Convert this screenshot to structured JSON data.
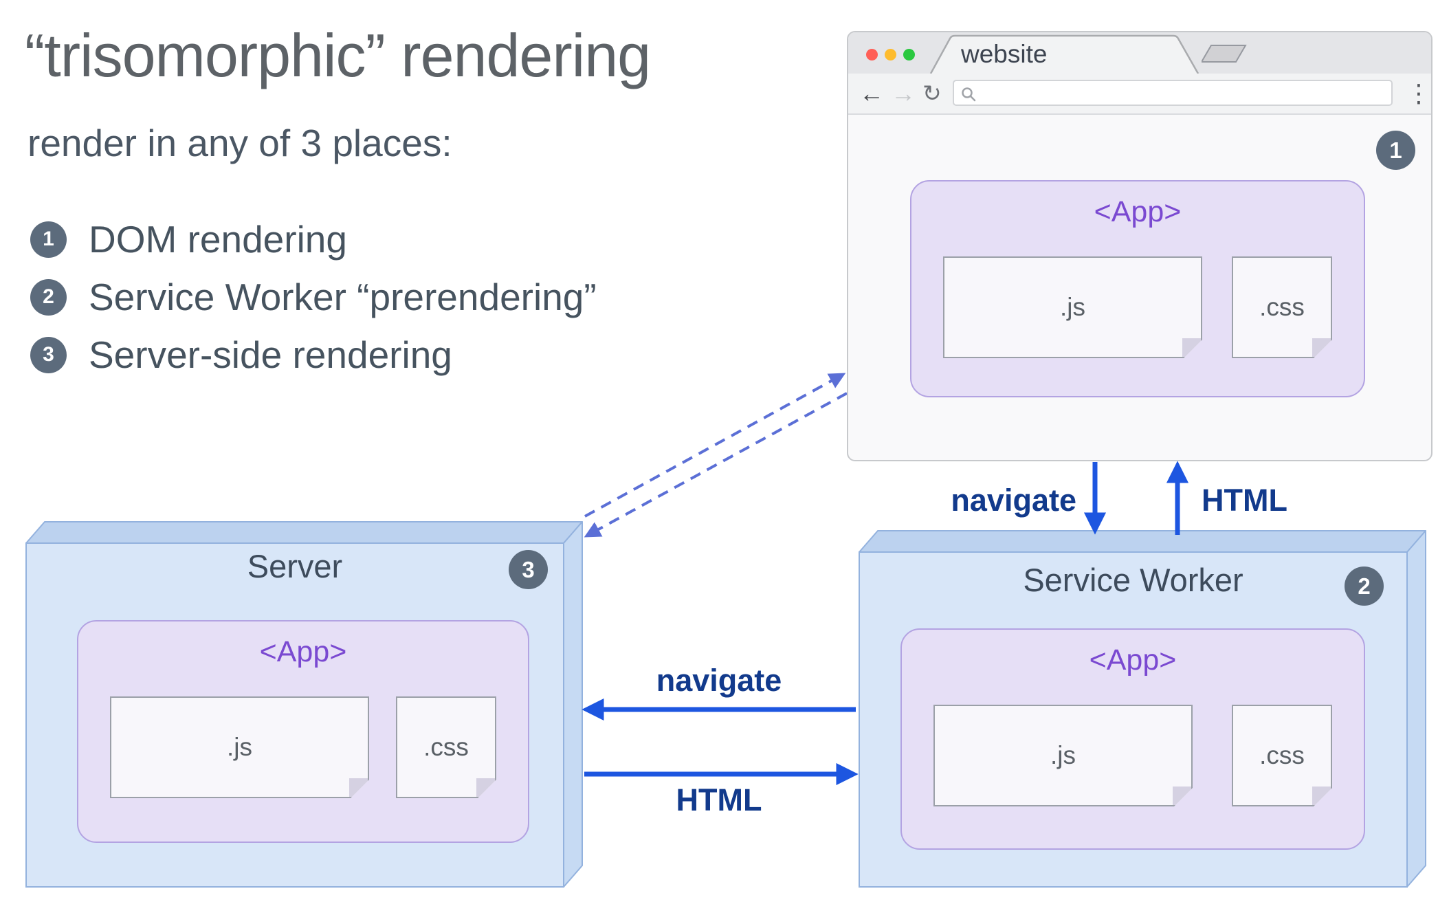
{
  "title": "“trisomorphic” rendering",
  "subtitle": "render in any of 3 places:",
  "legend": [
    {
      "num": "1",
      "label": "DOM rendering"
    },
    {
      "num": "2",
      "label": "Service Worker “prerendering”"
    },
    {
      "num": "3",
      "label": "Server-side rendering"
    }
  ],
  "browser": {
    "tab_title": "website",
    "badge": "1",
    "app": {
      "label": "<App>",
      "file_js": ".js",
      "file_css": ".css"
    }
  },
  "server": {
    "title": "Server",
    "badge": "3",
    "app": {
      "label": "<App>",
      "file_js": ".js",
      "file_css": ".css"
    }
  },
  "service_worker": {
    "title": "Service Worker",
    "badge": "2",
    "app": {
      "label": "<App>",
      "file_js": ".js",
      "file_css": ".css"
    }
  },
  "edges": {
    "browser_sw_request": "navigate",
    "browser_sw_response": "HTML",
    "sw_server_request": "navigate",
    "sw_server_response": "HTML"
  },
  "icons": {
    "back": "←",
    "forward": "→",
    "reload": "↻",
    "kebab": "⋮"
  },
  "colors": {
    "arrow_solid": "#1d56e0",
    "arrow_dashed": "#5b6fd6",
    "accent_purple": "#7a49d1",
    "badge_gray": "#5c6b7c",
    "box_blue": "#d8e6f8"
  }
}
